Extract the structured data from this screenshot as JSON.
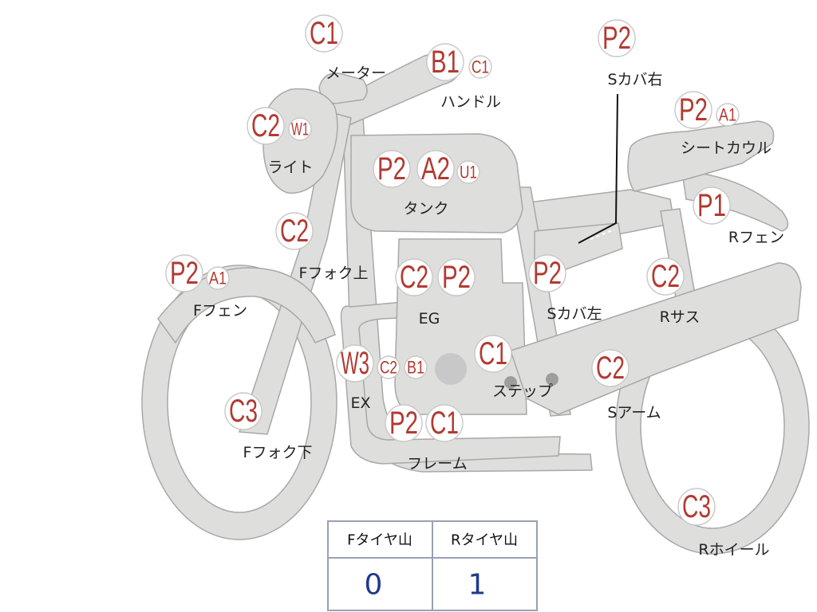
{
  "parts": [
    {
      "label": "メーター",
      "codes": [
        "C1"
      ]
    },
    {
      "label": "ハンドル",
      "codes": [
        "B1",
        "C1"
      ]
    },
    {
      "label": "Sカバ右",
      "codes": [
        "P2"
      ]
    },
    {
      "label": "シートカウル",
      "codes": [
        "P2",
        "A1"
      ]
    },
    {
      "label": "ライト",
      "codes": [
        "C2",
        "W1"
      ]
    },
    {
      "label": "タンク",
      "codes": [
        "P2",
        "A2",
        "U1"
      ]
    },
    {
      "label": "Rフェン",
      "codes": [
        "P1"
      ]
    },
    {
      "label": "Fフォク上",
      "codes": [
        "C2"
      ]
    },
    {
      "label": "Fフェン",
      "codes": [
        "P2",
        "A1"
      ]
    },
    {
      "label": "EG",
      "codes": [
        "C2",
        "P2"
      ]
    },
    {
      "label": "Sカバ左",
      "codes": [
        "P2"
      ]
    },
    {
      "label": "Rサス",
      "codes": [
        "C2"
      ]
    },
    {
      "label": "EX",
      "codes": [
        "W3",
        "C2",
        "B1"
      ]
    },
    {
      "label": "ステップ",
      "codes": [
        "C1"
      ]
    },
    {
      "label": "Sアーム",
      "codes": [
        "C2"
      ]
    },
    {
      "label": "Fフォク下",
      "codes": [
        "C3"
      ]
    },
    {
      "label": "フレーム",
      "codes": [
        "P2",
        "C1"
      ]
    },
    {
      "label": "Rホイール",
      "codes": [
        "C3"
      ]
    }
  ],
  "tire_table": {
    "headers": [
      "Fタイヤ山",
      "Rタイヤ山"
    ],
    "values": [
      "0",
      "1"
    ]
  },
  "colors": {
    "code_text": "#b23a32",
    "body_fill": "#dededc",
    "tire_value_text": "#1e3a8a"
  }
}
